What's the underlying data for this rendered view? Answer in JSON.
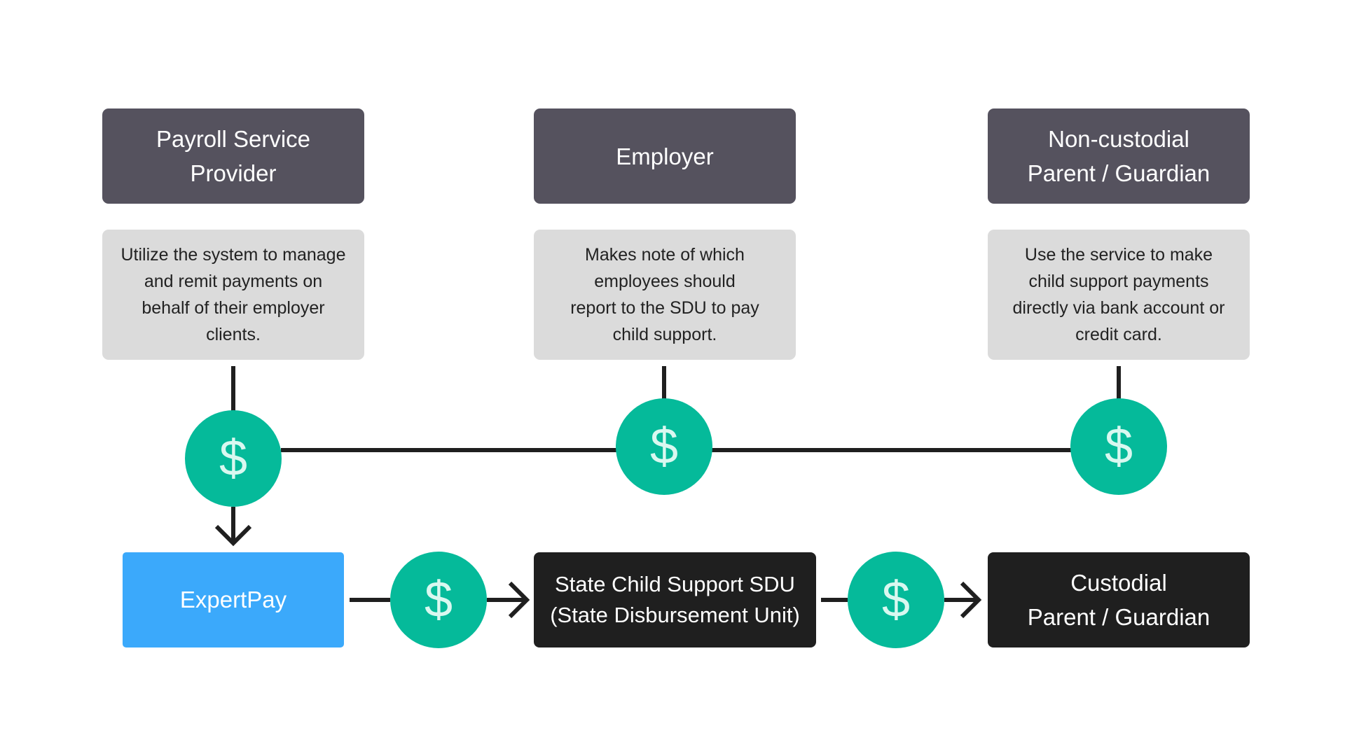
{
  "roles": [
    {
      "title": "Payroll Service\nProvider",
      "description": "Utilize the system to manage\nand remit payments on\nbehalf of their employer\nclients."
    },
    {
      "title": "Employer",
      "description": "Makes note of which\nemployees should\nreport to the SDU to pay\nchild support."
    },
    {
      "title": "Non-custodial\nParent / Guardian",
      "description": "Use the service to make\nchild support payments\ndirectly via bank account or\ncredit card."
    }
  ],
  "flow": {
    "expertpay": "ExpertPay",
    "sdu": "State Child Support SDU\n(State Disbursement Unit)",
    "custodial": "Custodial\nParent / Guardian"
  },
  "coin_symbol": "$",
  "colors": {
    "role_box": "#55525e",
    "description_box": "#dbdbdb",
    "expertpay_box": "#3ba9fb",
    "dark_box": "#1f1f1f",
    "coin": "#05ba9a",
    "connector": "#1f1f1f"
  }
}
